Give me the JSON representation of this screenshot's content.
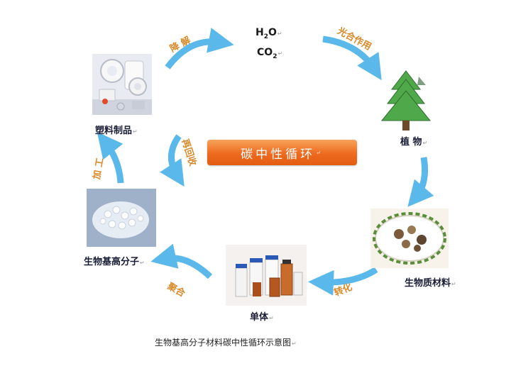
{
  "diagram": {
    "center_title": "碳中性循环",
    "caption": "生物基高分子材料碳中性循环示意图",
    "top_compounds": {
      "water": {
        "base": "H",
        "sub": "2",
        "rest": "O"
      },
      "carbon_dioxide": {
        "base": "CO",
        "sub": "2"
      }
    },
    "nodes": {
      "plastic_products": "塑料制品",
      "plants": "植 物",
      "biomass": "生物质材料",
      "monomer": "单体",
      "bio_polymer": "生物基高分子"
    },
    "processes": {
      "degradation": "降 解",
      "photosynthesis": "光合作用",
      "conversion": "转化",
      "polymerization": "聚合",
      "processing": "加 工",
      "recycling": "再回收"
    },
    "colors": {
      "arrow": "#5ab9ea",
      "center_box": "#ee6a1f",
      "process_text": "#d98a2a",
      "node_text": "#1a1d36"
    }
  }
}
